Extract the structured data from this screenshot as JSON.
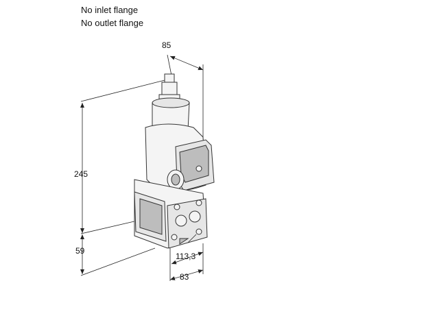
{
  "notes": {
    "line1": "No inlet flange",
    "line2": "No outlet flange"
  },
  "dimensions": {
    "top_width": "85",
    "total_height": "245",
    "base_height": "59",
    "outlet_offset": "113,3",
    "bottom_width": "83"
  },
  "colors": {
    "stroke": "#333333",
    "fill_light": "#f4f4f4",
    "fill_mid": "#e6e6e6",
    "fill_dark": "#bdbdbd"
  }
}
